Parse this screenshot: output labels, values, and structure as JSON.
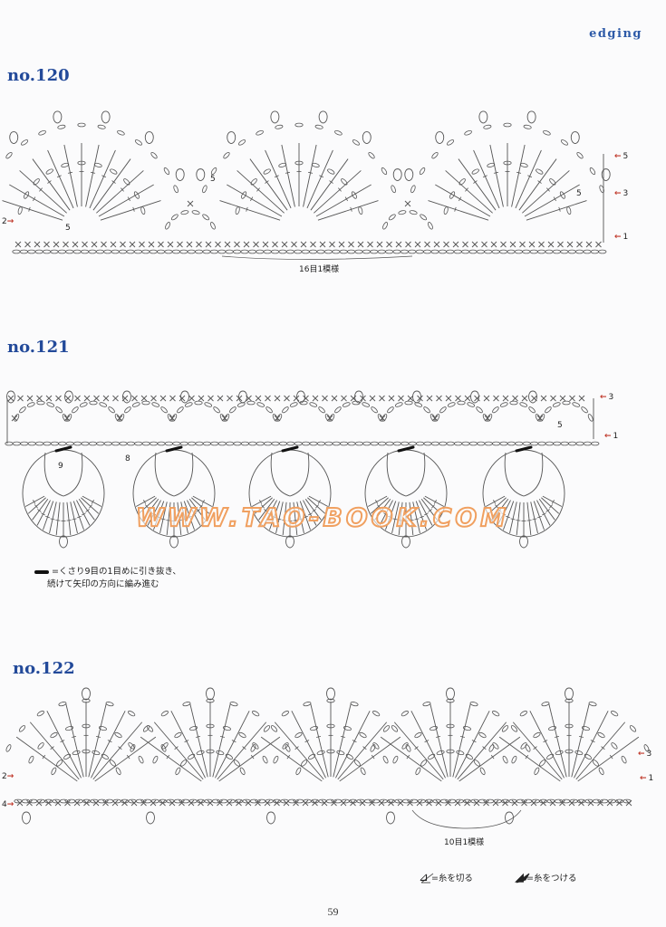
{
  "header": {
    "section": "edging"
  },
  "patterns": [
    {
      "title": "no.120",
      "repeat": "16目1模様",
      "rows": [
        "5",
        "3",
        "1"
      ],
      "rows_left": [
        "2"
      ],
      "chain_counts": [
        "5",
        "5",
        "5"
      ]
    },
    {
      "title": "no.121",
      "rows": [
        "3",
        "1"
      ],
      "chain_counts": [
        "9",
        "8",
        "5"
      ],
      "note_line1": "=くさり9目の1目めに引き抜き、",
      "note_line2": "続けて矢印の方向に編み進む"
    },
    {
      "title": "no.122",
      "repeat": "10目1模様",
      "rows": [
        "3",
        "1"
      ],
      "rows_left": [
        "2",
        "4"
      ]
    }
  ],
  "legend": {
    "cut": "=糸を切る",
    "attach": "=糸をつける"
  },
  "watermark": "WWW.TAO-BOOK.COM",
  "page_number": "59"
}
